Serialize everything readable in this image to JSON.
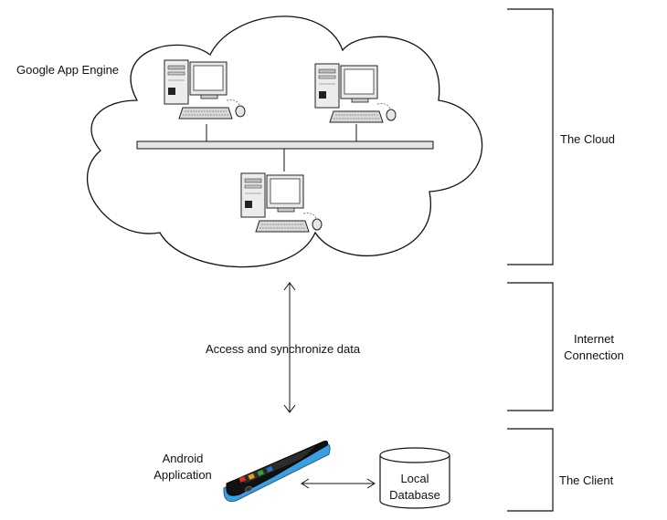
{
  "cloud": {
    "label": "Google App Engine"
  },
  "connection": {
    "label": "Access and synchronize data"
  },
  "client": {
    "app_label_line1": "Android",
    "app_label_line2": "Application",
    "db_label_line1": "Local",
    "db_label_line2": "Database"
  },
  "layers": [
    {
      "label_line1": "The Cloud",
      "label_line2": ""
    },
    {
      "label_line1": "Internet",
      "label_line2": "Connection"
    },
    {
      "label_line1": "The Client",
      "label_line2": ""
    }
  ],
  "colors": {
    "phone_accent": "#3aa0e0",
    "phone_body": "#111111",
    "app_icons": [
      "#d8302a",
      "#e89a22",
      "#3a9c3a",
      "#2a6fc0"
    ]
  }
}
